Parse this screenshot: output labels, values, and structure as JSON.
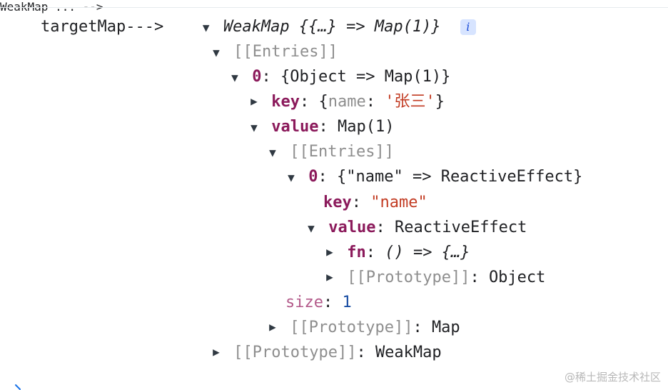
{
  "log": {
    "prefix": "targetMap--->",
    "root_value": "WeakMap {{…} => Map(1)}",
    "info_badge": "i",
    "entries_label": "[[Entries]]",
    "entry0_index": "0",
    "entry0_value": "{Object => Map(1)}",
    "key_label": "key",
    "obj_name_prop": "name",
    "obj_name_value": "'张三'",
    "value_label": "value",
    "map_value": "Map(1)",
    "inner_entries_label": "[[Entries]]",
    "inner0_index": "0",
    "inner0_value": "{\"name\" => ReactiveEffect}",
    "inner_key_value": "\"name\"",
    "inner_value_text": "ReactiveEffect",
    "fn_label": "fn",
    "fn_value": "() => {…}",
    "proto_label": "[[Prototype]]",
    "proto_object": "Object",
    "size_label": "size",
    "size_value": "1",
    "proto_map": "Map",
    "proto_weakmap": "WeakMap"
  },
  "watermark": "@稀土掘金技术社区",
  "icons": {
    "expanded": "triangle-down-icon",
    "collapsed": "triangle-right-icon",
    "info": "info-icon",
    "corner": "chevron-icon"
  }
}
